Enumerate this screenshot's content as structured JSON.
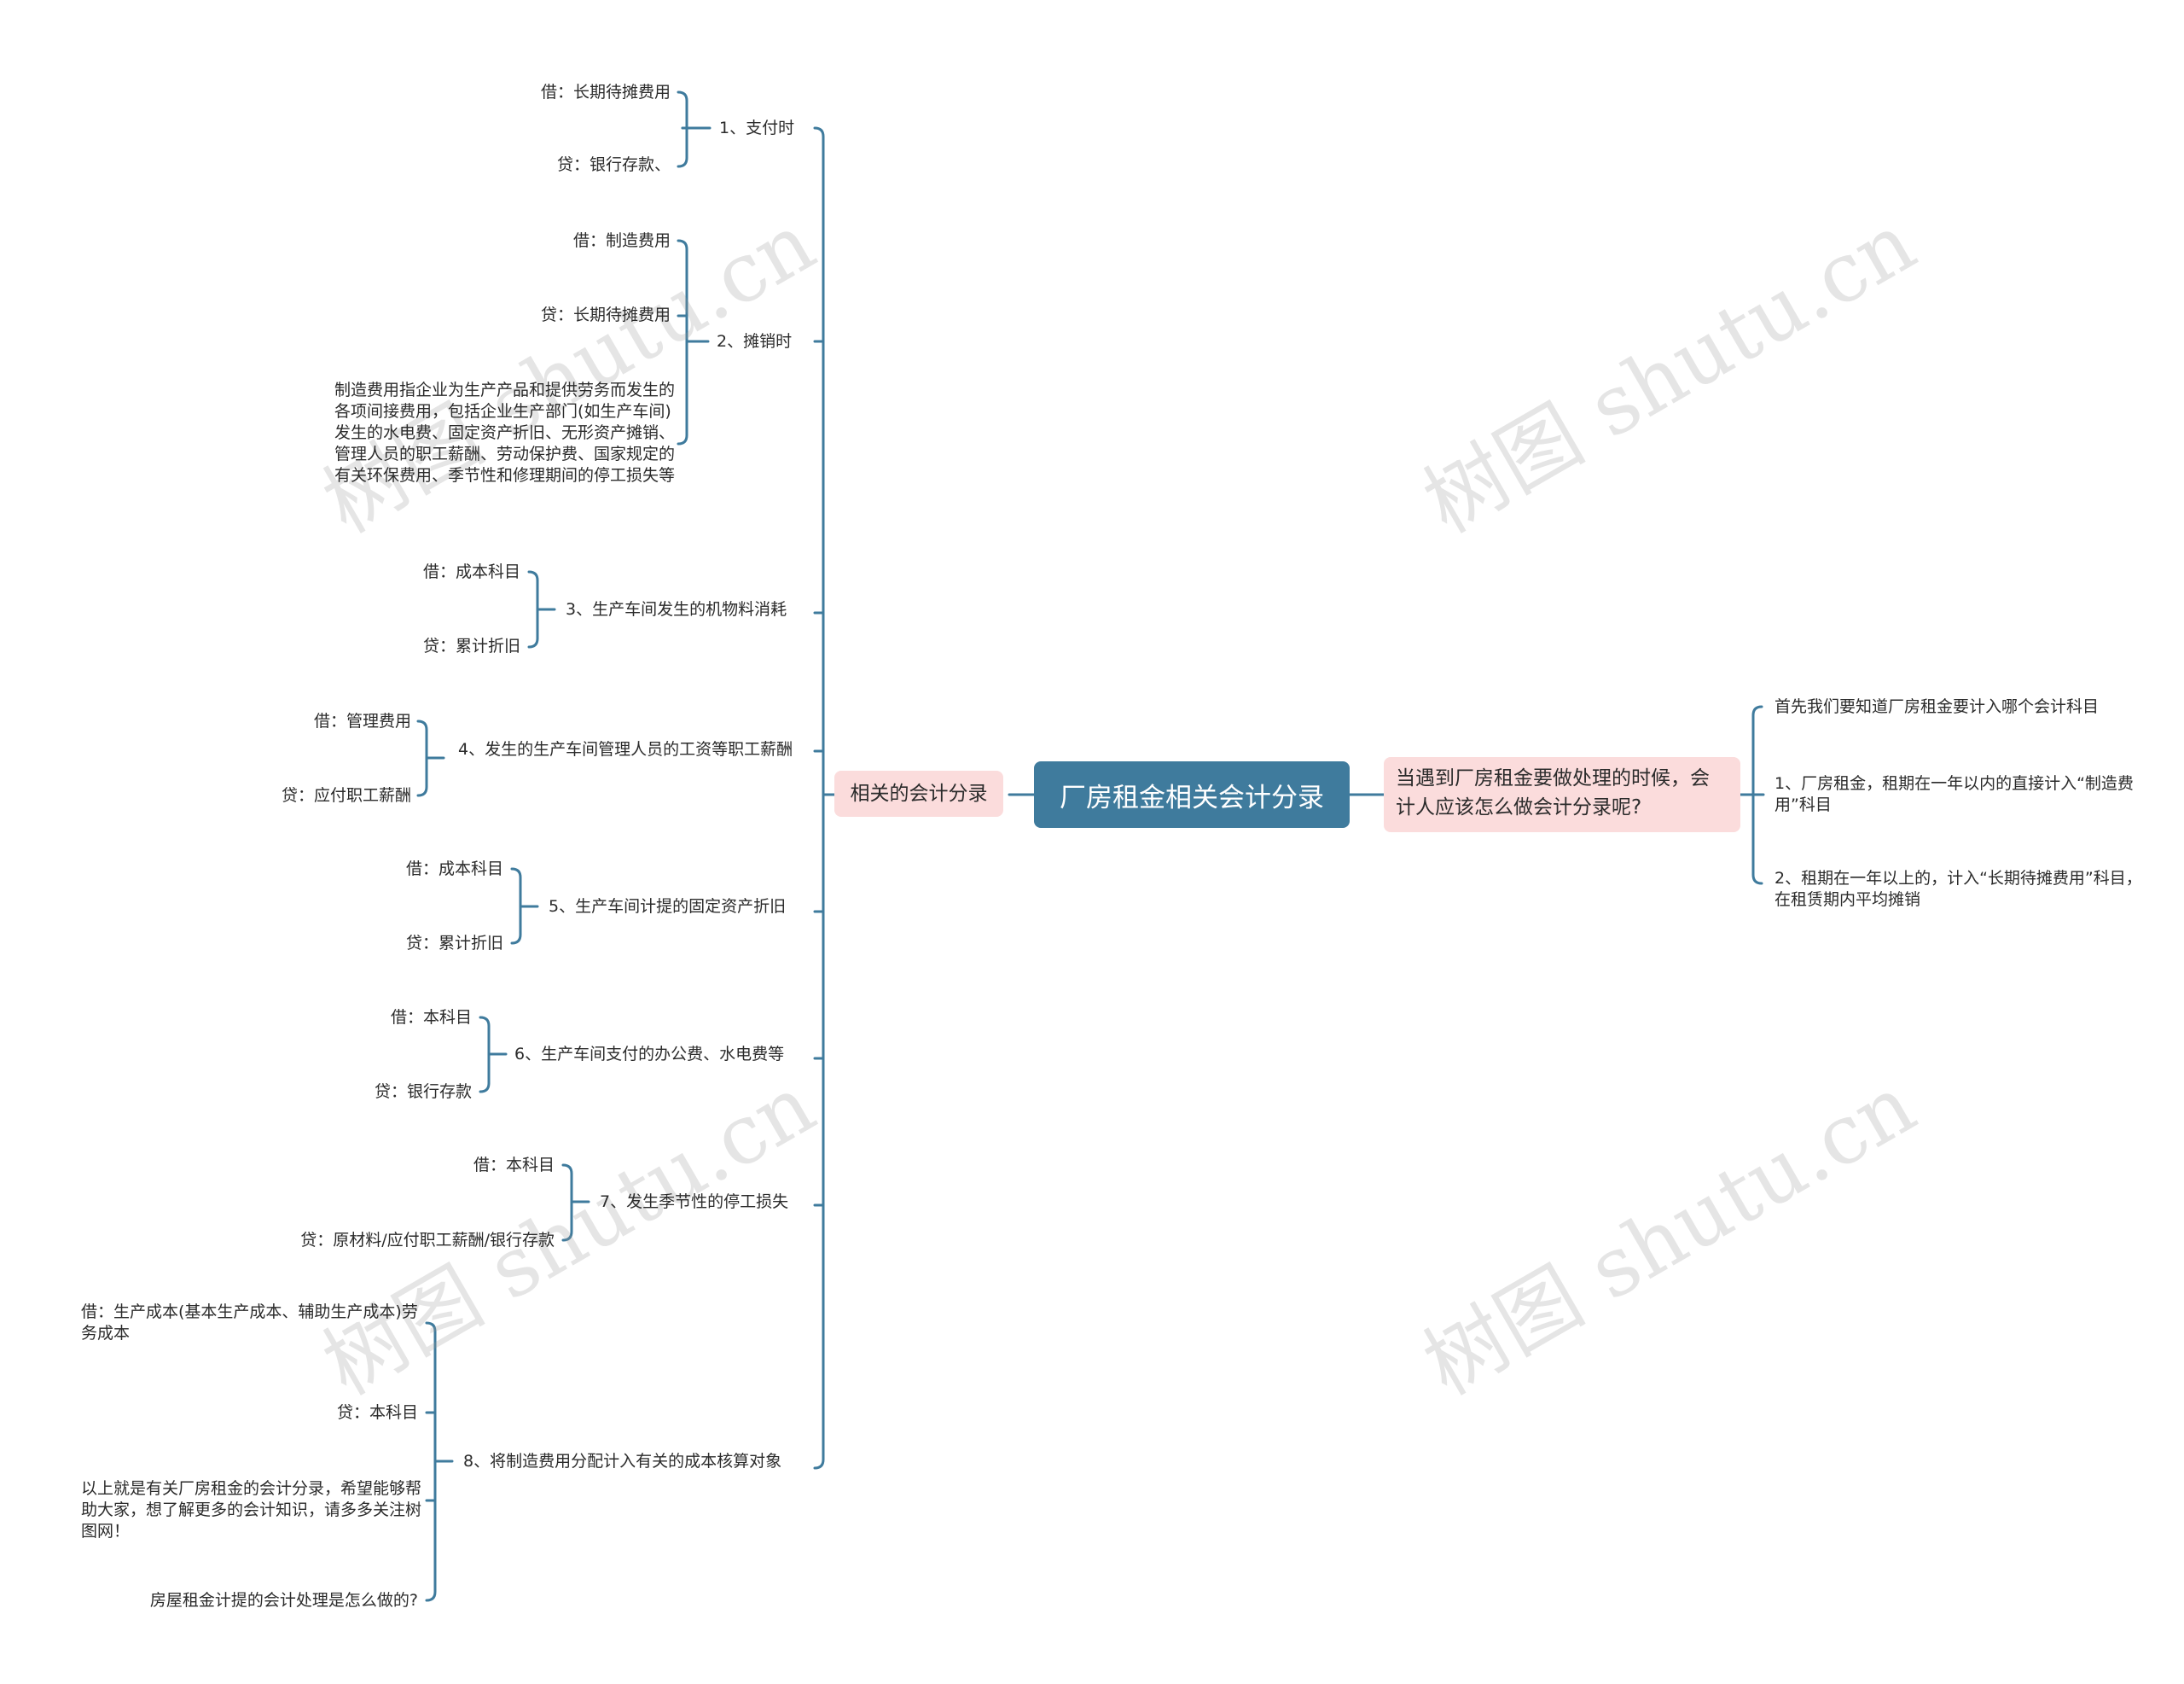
{
  "root": "厂房租金相关会计分录",
  "left_branch": {
    "label": "相关的会计分录",
    "items": [
      {
        "label": "1、支付时",
        "children": [
          "借：长期待摊费用",
          "贷：银行存款、"
        ]
      },
      {
        "label": "2、摊销时",
        "children": [
          "借：制造费用",
          "贷：长期待摊费用",
          "制造费用指企业为生产产品和提供劳务而发生的各项间接费用，包括企业生产部门(如生产车间)发生的水电费、固定资产折旧、无形资产摊销、管理人员的职工薪酬、劳动保护费、国家规定的有关环保费用、季节性和修理期间的停工损失等"
        ]
      },
      {
        "label": "3、生产车间发生的机物料消耗",
        "children": [
          "借：成本科目",
          "贷：累计折旧"
        ]
      },
      {
        "label": "4、发生的生产车间管理人员的工资等职工薪酬",
        "children": [
          "借：管理费用",
          "贷：应付职工薪酬"
        ]
      },
      {
        "label": "5、生产车间计提的固定资产折旧",
        "children": [
          "借：成本科目",
          "贷：累计折旧"
        ]
      },
      {
        "label": "6、生产车间支付的办公费、水电费等",
        "children": [
          "借：本科目",
          "贷：银行存款"
        ]
      },
      {
        "label": "7、发生季节性的停工损失",
        "children": [
          "借：本科目",
          "贷：原材料/应付职工薪酬/银行存款"
        ]
      },
      {
        "label": "8、将制造费用分配计入有关的成本核算对象",
        "children": [
          "借：生产成本(基本生产成本、辅助生产成本)劳务成本",
          "贷：本科目",
          "以上就是有关厂房租金的会计分录，希望能够帮助大家，想了解更多的会计知识，请多多关注树图网！",
          "房屋租金计提的会计处理是怎么做的?"
        ]
      }
    ]
  },
  "right_branch": {
    "label": "当遇到厂房租金要做处理的时候，会计人应该怎么做会计分录呢?",
    "items": [
      "首先我们要知道厂房租金要计入哪个会计科目",
      "1、厂房租金，租期在一年以内的直接计入“制造费用”科目",
      "2、租期在一年以上的，计入“长期待摊费用”科目，在租赁期内平均摊销"
    ]
  },
  "watermark": "树图 shutu.cn",
  "colors": {
    "line": "#3f7b9d",
    "root": "#3f7b9d",
    "branch": "#fbdcdc"
  }
}
